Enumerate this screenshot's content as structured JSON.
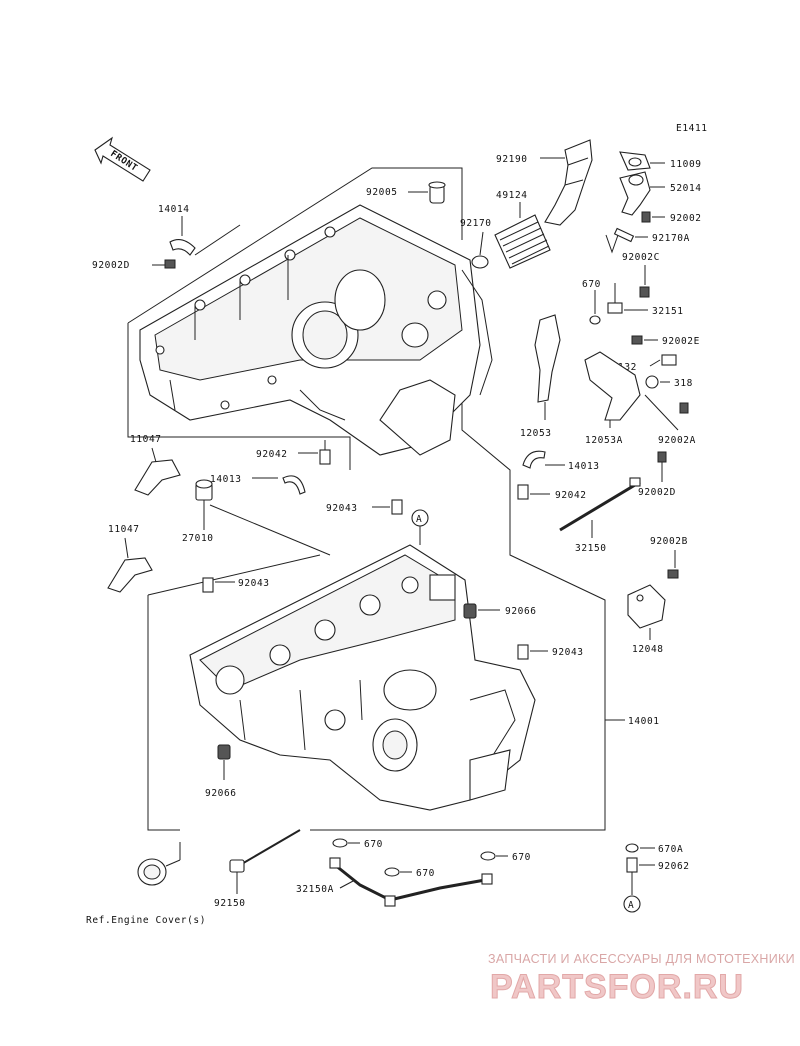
{
  "diagram_code": "E1411",
  "front_label": "FRONT",
  "labels": {
    "p92190": "92190",
    "p11009": "11009",
    "p52014": "52014",
    "p92002": "92002",
    "p92170A": "92170A",
    "p92005": "92005",
    "p49124": "49124",
    "p92170": "92170",
    "p14014": "14014",
    "p92002D_top": "92002D",
    "p92002C": "92002C",
    "p670_top": "670",
    "p32151": "32151",
    "p92002E": "92002E",
    "p132": "132",
    "p318": "318",
    "p12053": "12053",
    "p12053A": "12053A",
    "p92002A": "92002A",
    "p11047_a": "11047",
    "p92042_a": "92042",
    "p14013": "14013",
    "p14013_b": "14013",
    "p92042_b": "92042",
    "p92002D_mid": "92002D",
    "p27010": "27010",
    "p92043_a": "92043",
    "p11047_b": "11047",
    "p32150": "32150",
    "p92043_b": "92043",
    "p92002B": "92002B",
    "p92066_a": "92066",
    "p12048": "12048",
    "p92043_c": "92043",
    "p14001": "14001",
    "p92066_b": "92066",
    "p670_a": "670",
    "p670_b": "670",
    "p670_c": "670",
    "p670A": "670A",
    "p92062": "92062",
    "p92150": "92150",
    "p32150A": "32150A",
    "ref_engine_cover": "Ref.Engine Cover(s)",
    "callout_a1": "A",
    "callout_a2": "A"
  },
  "watermark": {
    "tagline": "ЗАПЧАСТИ И АКСЕССУАРЫ ДЛЯ МОТОТЕХНИКИ",
    "brand": "PARTSFOR.RU"
  },
  "colors": {
    "line": "#222222",
    "watermark_text": "#d9a6a6",
    "watermark_brand": "#f0c7c7"
  }
}
